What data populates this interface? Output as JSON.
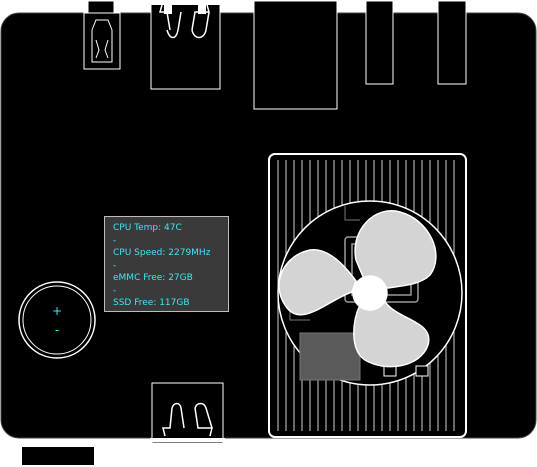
{
  "stats": {
    "cpu_temp": "CPU Temp: 47C",
    "sep1": "-",
    "cpu_speed": "CPU Speed: 2279MHz",
    "sep2": "-",
    "emmc_free": "eMMC Free: 27GB",
    "sep3": "-",
    "ssd_free": "SSD Free: 117GB"
  },
  "power_button": {
    "plus": "+",
    "minus": "-"
  },
  "footer": {
    "label": ""
  },
  "colors": {
    "board": "#000000",
    "outline": "#ffffff",
    "stats_text": "#43e3f0",
    "stats_bg": "#3a3a3a",
    "heatsink": "#888888",
    "fan_blade": "#d8d8d8"
  },
  "icons": {
    "fan": "fan-icon",
    "power": "power-button-icon"
  }
}
